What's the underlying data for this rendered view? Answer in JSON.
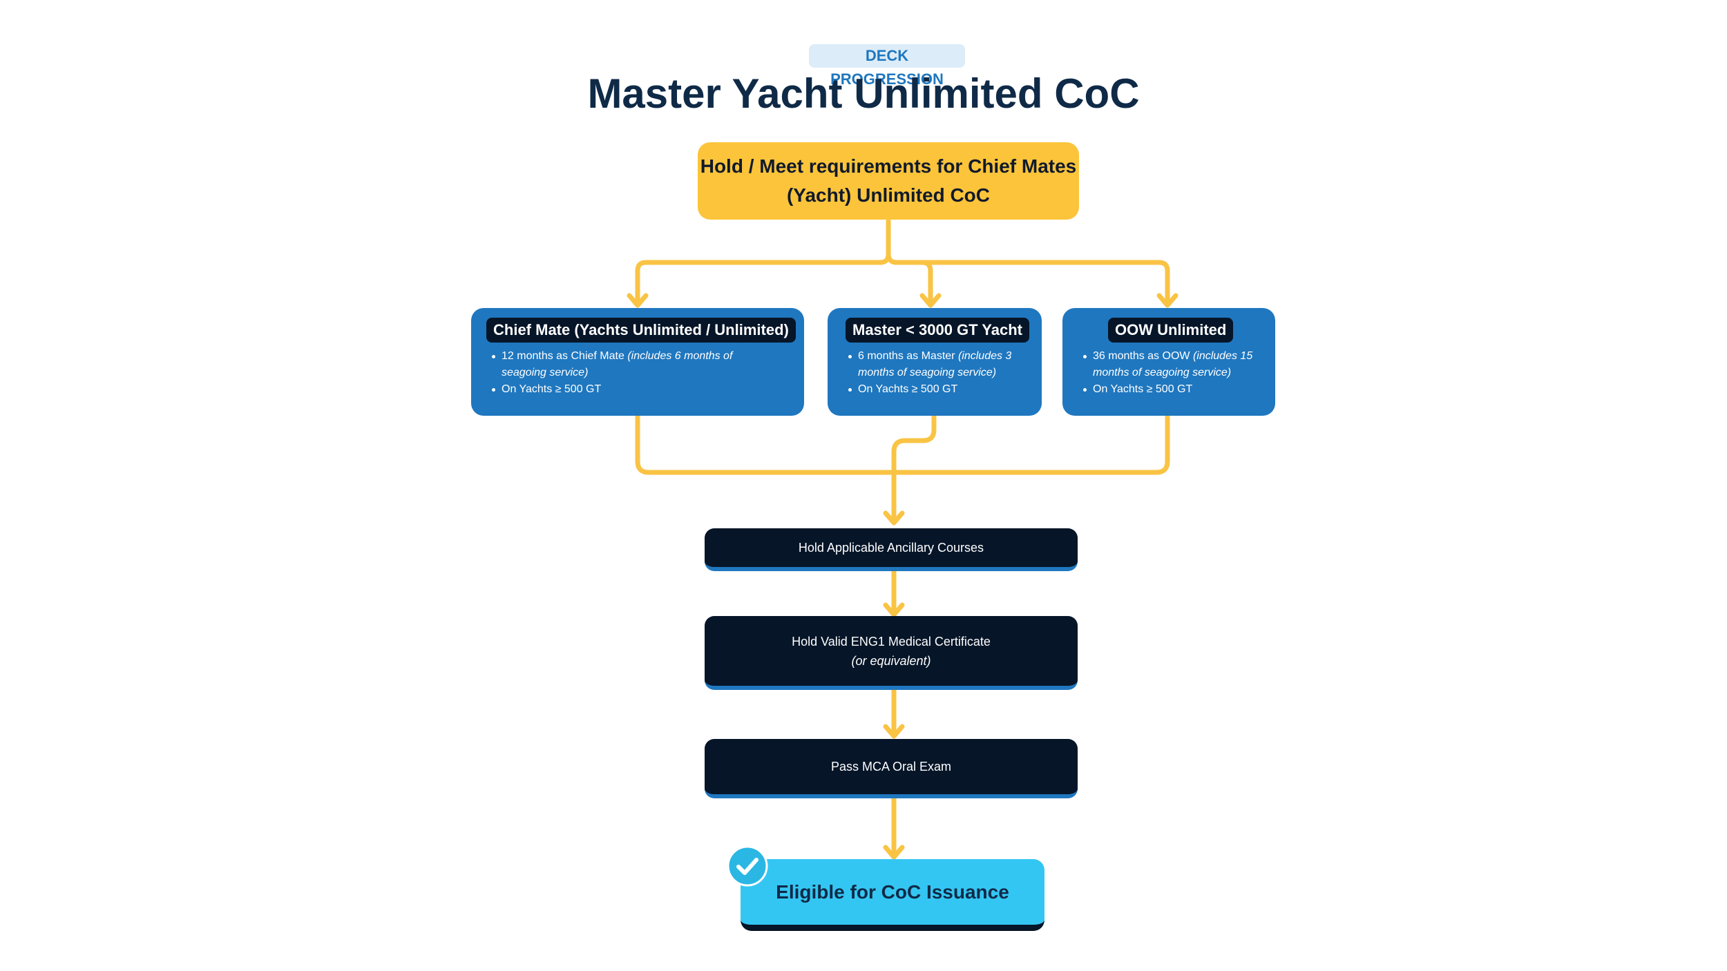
{
  "header": {
    "tag": "DECK PROGRESSION",
    "title": "Master Yacht Unlimited CoC"
  },
  "start": {
    "line1": "Hold / Meet requirements for Chief Mates",
    "line2": "(Yacht) Unlimited CoC"
  },
  "routes": [
    {
      "title": "Chief Mate (Yachts Unlimited / Unlimited)",
      "bullets": [
        {
          "text": "12 months as Chief Mate ",
          "italic": "(includes 6 months of seagoing service)"
        },
        {
          "text": "On Yachts ≥ 500 GT",
          "italic": ""
        }
      ]
    },
    {
      "title": "Master < 3000 GT Yacht",
      "bullets": [
        {
          "text": "6 months as Master ",
          "italic": "(includes 3 months of seagoing service)"
        },
        {
          "text": "On Yachts ≥ 500 GT",
          "italic": ""
        }
      ]
    },
    {
      "title": "OOW Unlimited",
      "bullets": [
        {
          "text": "36 months as OOW ",
          "italic": "(includes 15 months of seagoing service)"
        },
        {
          "text": "On Yachts ≥ 500 GT",
          "italic": ""
        }
      ]
    }
  ],
  "steps": [
    {
      "label": "Hold Applicable Ancillary Courses",
      "sub": ""
    },
    {
      "label": "Hold Valid ENG1 Medical Certificate",
      "sub": "(or equivalent)"
    },
    {
      "label": "Pass MCA Oral Exam",
      "sub": ""
    }
  ],
  "final": {
    "label": "Eligible for CoC Issuance",
    "icon": "check-circle-icon"
  },
  "colors": {
    "navy": "#0f2a47",
    "start_yellow": "#fcc43a",
    "connector_yellow": "#f9c344",
    "route_blue": "#1f77bf",
    "dark_step": "#061528",
    "final_cyan": "#34c6f3"
  }
}
